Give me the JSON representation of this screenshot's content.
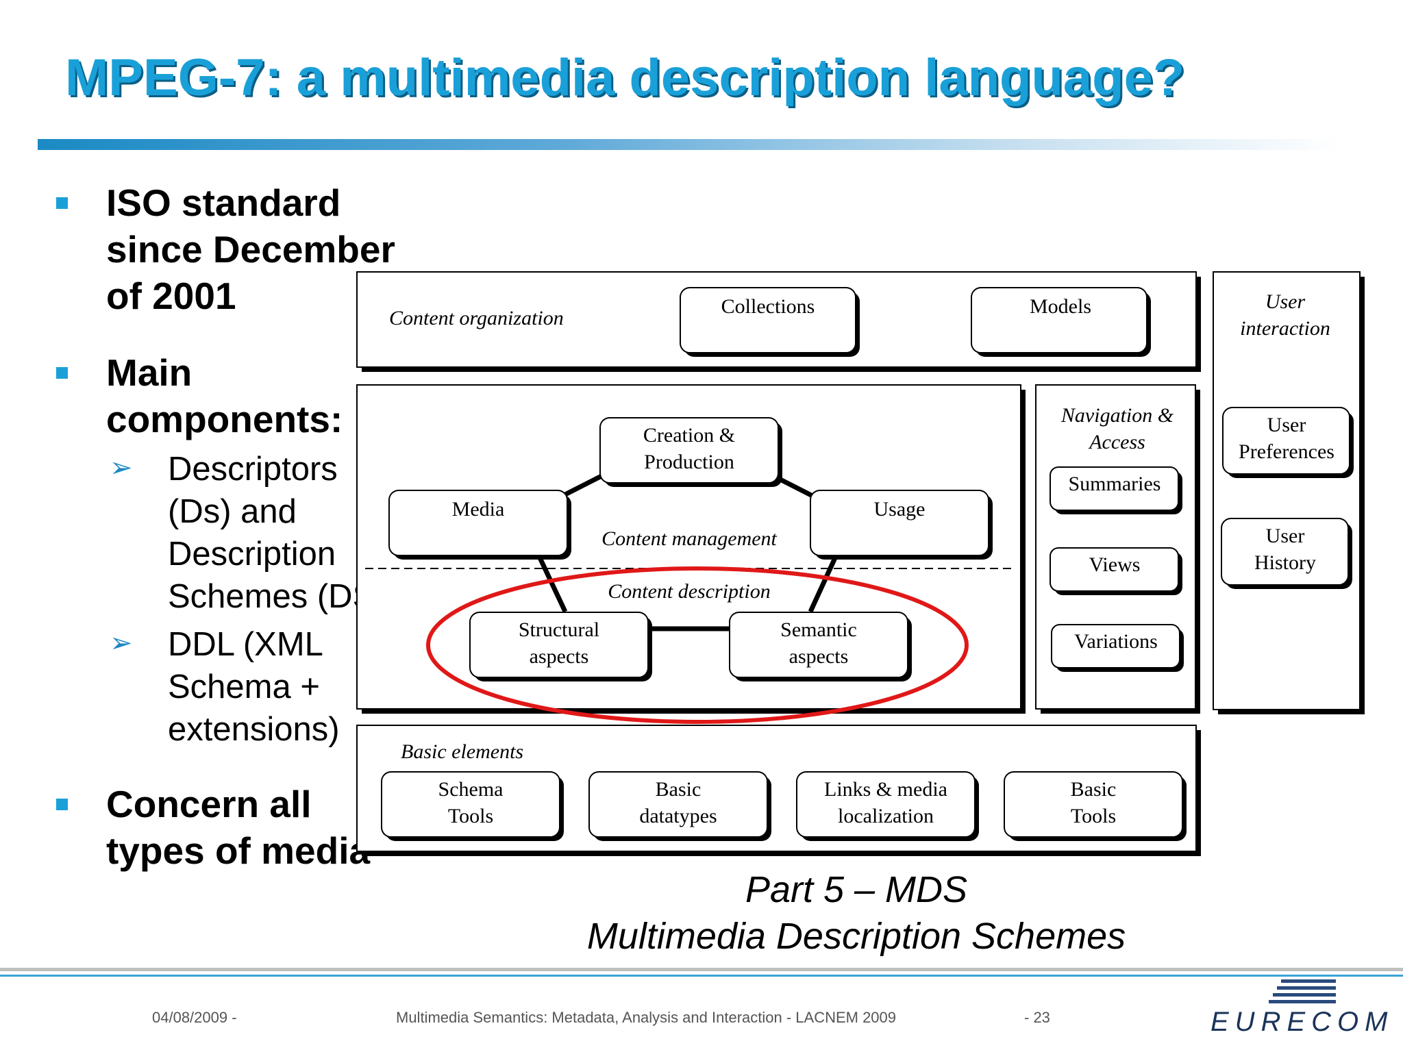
{
  "title": "MPEG-7: a multimedia description language?",
  "bullets": {
    "b1": "ISO standard since December of 2001",
    "b2": "Main components:",
    "b2_sub": [
      "Descriptors (Ds) and Description Schemes (DSs)",
      "DDL (XML Schema + extensions)"
    ],
    "b3": "Concern all types of media"
  },
  "diagram": {
    "content_organization": "Content organization",
    "collections": "Collections",
    "models": "Models",
    "user_interaction": [
      "User",
      "interaction"
    ],
    "user_preferences": [
      "User",
      "Preferences"
    ],
    "user_history": [
      "User",
      "History"
    ],
    "navigation_access": [
      "Navigation &",
      "Access"
    ],
    "summaries": "Summaries",
    "views": "Views",
    "variations": "Variations",
    "creation_production": [
      "Creation &",
      "Production"
    ],
    "media": "Media",
    "usage": "Usage",
    "content_management": "Content management",
    "content_description": "Content description",
    "structural_aspects": [
      "Structural",
      "aspects"
    ],
    "semantic_aspects": [
      "Semantic",
      "aspects"
    ],
    "basic_elements": "Basic elements",
    "schema_tools": [
      "Schema",
      "Tools"
    ],
    "basic_datatypes": [
      "Basic",
      "datatypes"
    ],
    "links_media_localization": [
      "Links & media",
      "localization"
    ],
    "basic_tools": [
      "Basic",
      "Tools"
    ],
    "highlight_color": "#e01818"
  },
  "caption": {
    "line1": "Part 5 – MDS",
    "line2": "Multimedia Description Schemes"
  },
  "footer": {
    "date": "04/08/2009 -",
    "event": "Multimedia Semantics: Metadata, Analysis and Interaction - LACNEM 2009",
    "page": "- 23",
    "logo_text": "EURECOM"
  },
  "colors": {
    "title": "#1aa0d8",
    "bullet_marker": "#1aa0d8",
    "sub_arrow": "#1c87c4"
  }
}
